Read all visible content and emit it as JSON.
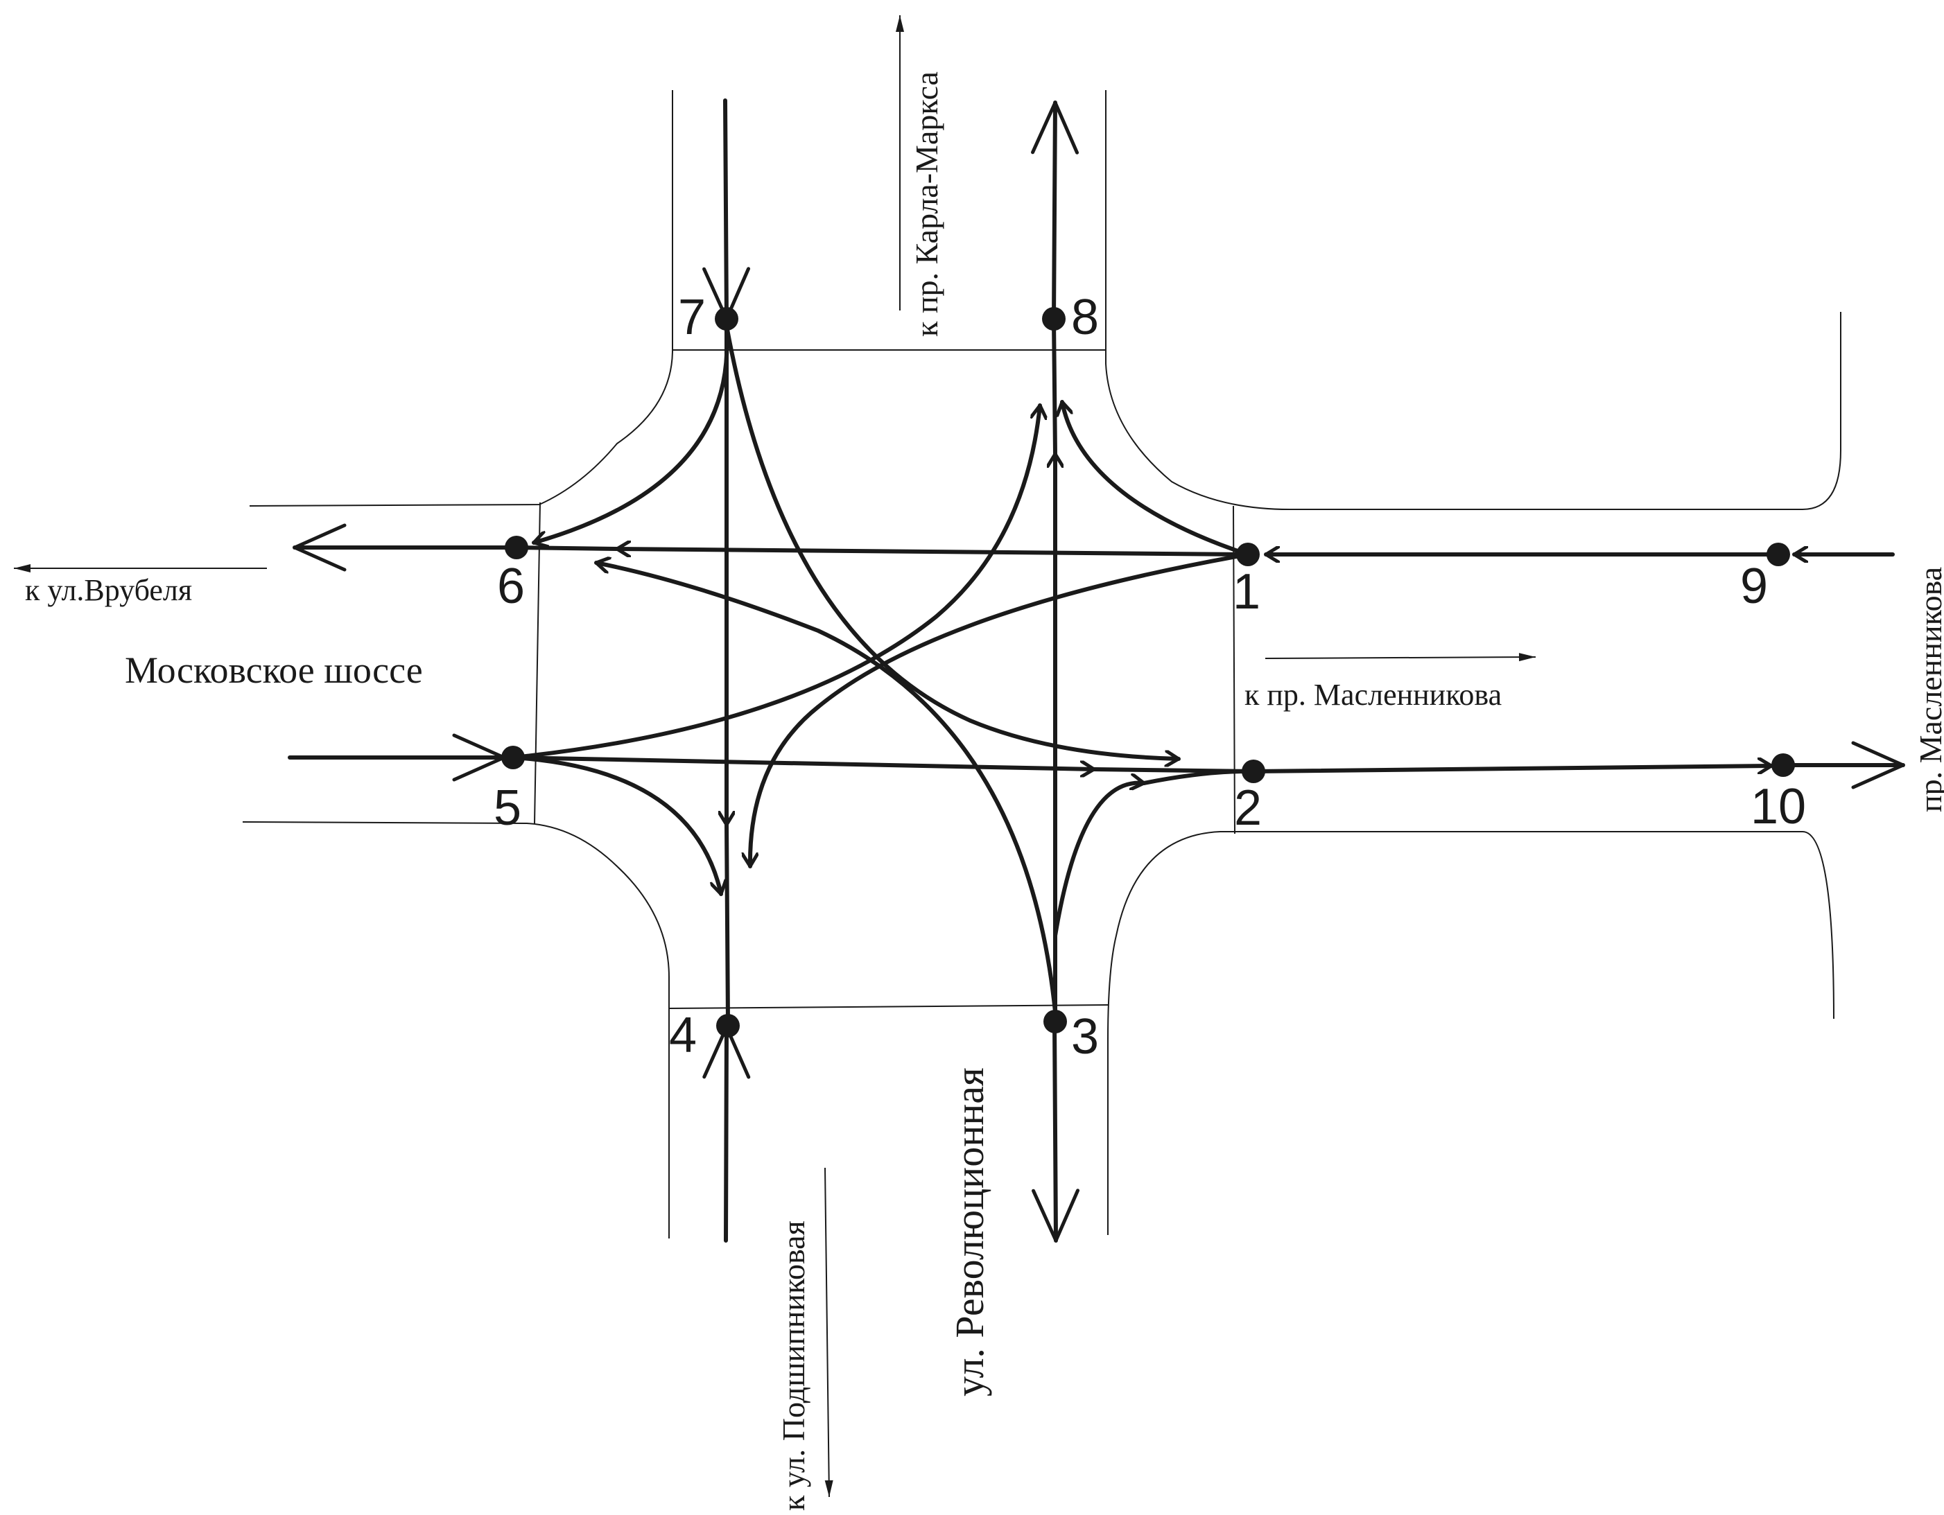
{
  "nodes": [
    "1",
    "2",
    "3",
    "4",
    "5",
    "6",
    "7",
    "8",
    "9",
    "10"
  ],
  "labels": {
    "moskovskoe": "Московское шоссе",
    "vrubelya": "к ул.Врубеля",
    "karla_marksa": "к пр. Карла-Маркса",
    "maslennikova_to": "к пр. Масленникова",
    "maslennikova_edge": "пр. Масленникова",
    "revolyutsionnaya": "ул. Революционная",
    "podshipnikovaya": "к ул. Подшипниковая"
  },
  "icons": [
    "flow-arrow-chevron",
    "node-dot"
  ],
  "colors": {
    "ink": "#1a1a1a",
    "background": "#ffffff"
  }
}
